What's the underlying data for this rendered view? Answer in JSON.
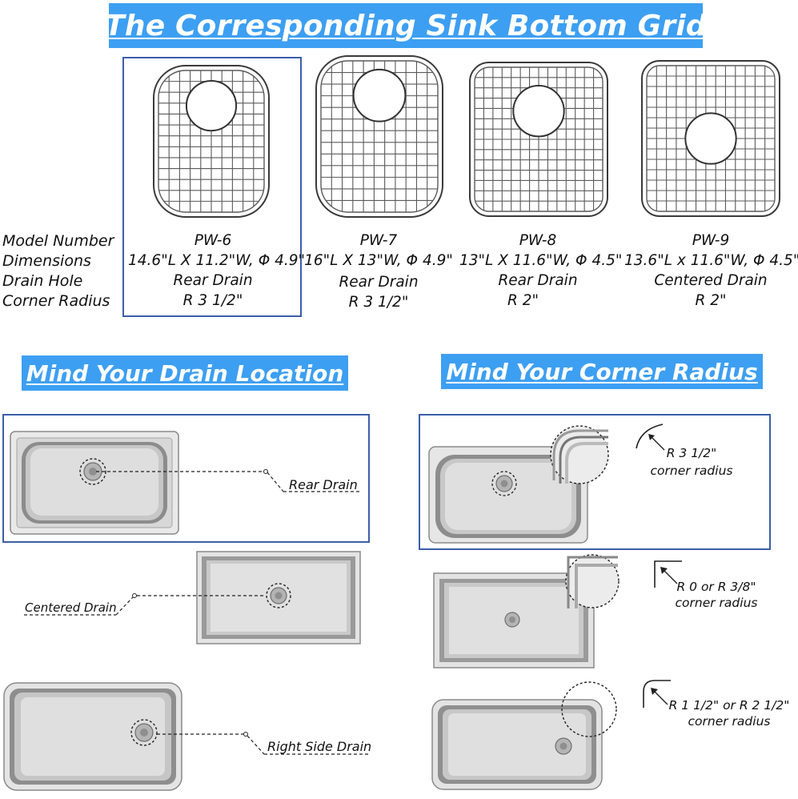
{
  "title": "The Corresponding Sink Bottom Grid",
  "row_labels": [
    "Model Number",
    "Dimensions",
    "Drain Hole",
    "Corner Radius"
  ],
  "models": [
    {
      "model": "PW-6",
      "dimensions": "14.6\"L X 11.2\"W, Φ 4.9\"",
      "drain": "Rear Drain",
      "radius": "R 3 1/2\""
    },
    {
      "model": "PW-7",
      "dimensions": "16\"L X 13\"W, Φ 4.9\"",
      "drain": "Rear Drain",
      "radius": "R 3 1/2\""
    },
    {
      "model": "PW-8",
      "dimensions": "13\"L X 11.6\"W, Φ 4.5\"",
      "drain": "Rear Drain",
      "radius": "R 2\""
    },
    {
      "model": "PW-9",
      "dimensions": "13.6\"L x 11.6\"W, Φ 4.5\"",
      "drain": "Centered  Drain",
      "radius": "R 2\""
    }
  ],
  "drain_section": {
    "title": "Mind Your Drain Location",
    "labels": [
      "Rear Drain",
      "Centered Drain",
      "Right Side Drain"
    ]
  },
  "radius_section": {
    "title": "Mind Your Corner Radius",
    "items": [
      {
        "radius": "R 3 1/2\"",
        "caption": "corner radius"
      },
      {
        "radius": "R 0 or R 3/8\"",
        "caption": "corner radius"
      },
      {
        "radius": "R 1 1/2\" or R 2 1/2\"",
        "caption": "corner radius"
      }
    ]
  },
  "colors": {
    "banner": "#3d9ff2",
    "highlight_border": "#3c5eaa"
  }
}
